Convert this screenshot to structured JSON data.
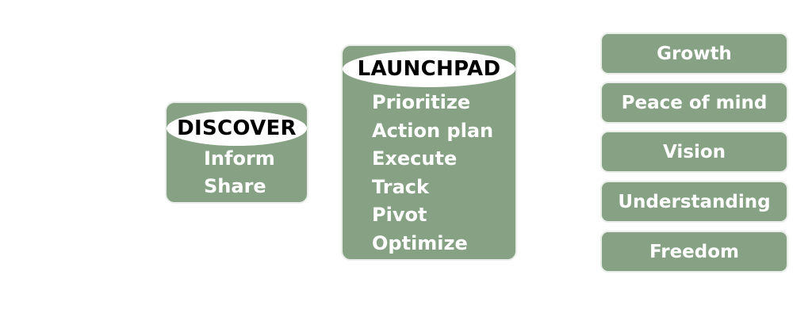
{
  "discover": {
    "title": "DISCOVER",
    "items": [
      "Inform",
      "Share"
    ]
  },
  "launchpad": {
    "title": "LAUNCHPAD",
    "items": [
      "Prioritize",
      "Action plan",
      "Execute",
      "Track",
      "Pivot",
      "Optimize"
    ]
  },
  "benefits": {
    "items": [
      "Growth",
      "Peace of mind",
      "Vision",
      "Understanding",
      "Freedom"
    ]
  },
  "colors": {
    "card_fill": "#86a184",
    "card_border": "#e9eee8",
    "header_pill": "#ffffff",
    "item_text": "#ffffff",
    "header_text": "#000000"
  }
}
